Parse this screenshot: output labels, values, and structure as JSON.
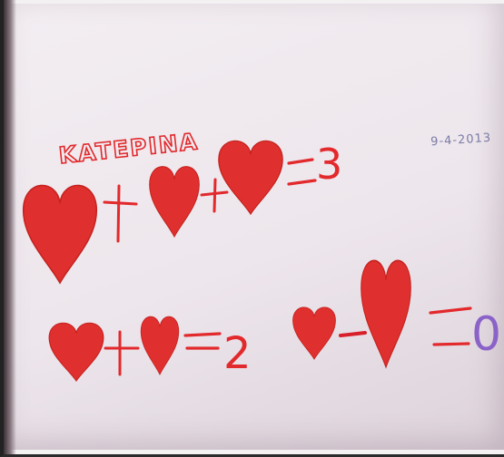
{
  "name_label": "KATEPINA",
  "date_label": "9-4-2013",
  "equation_1_result": "3",
  "equation_2_result": "2",
  "equation_3_result": "0",
  "colors": {
    "heart_red": "#e02f2f",
    "ink_red": "#e2292c",
    "marker_purple": "#8b62c8",
    "pen_blue": "#7c7ca6",
    "paper": "#f3eef2"
  }
}
